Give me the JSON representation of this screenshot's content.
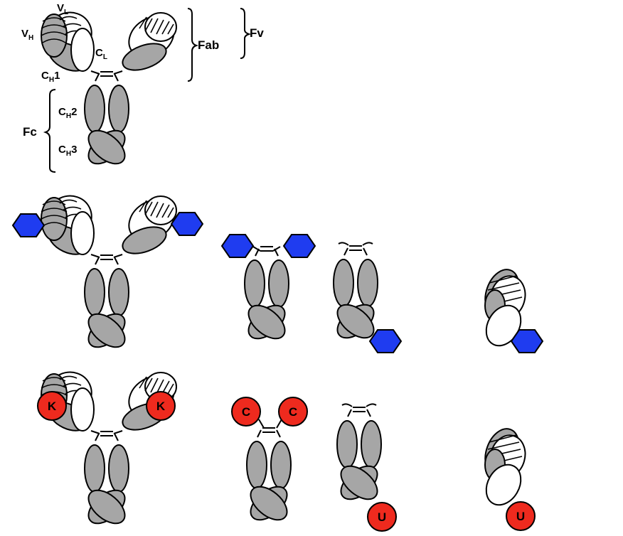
{
  "labels": {
    "vl_main": "V",
    "vl_sub": "L",
    "vh_main": "V",
    "vh_sub": "H",
    "cl_main": "C",
    "cl_sub": "L",
    "ch1_main": "C",
    "ch1_sub": "H",
    "ch1_num": "1",
    "ch2_main": "C",
    "ch2_sub": "H",
    "ch2_num": "2",
    "ch3_main": "C",
    "ch3_sub": "H",
    "ch3_num": "3",
    "fab": "Fab",
    "fv": "Fv",
    "fc": "Fc"
  },
  "markers": {
    "k": "K",
    "c": "C",
    "u": "U"
  },
  "colors": {
    "domain_grey": "#a6a6a6",
    "hexagon_blue": "#1f3cf0",
    "circle_red": "#ee2a1e"
  }
}
